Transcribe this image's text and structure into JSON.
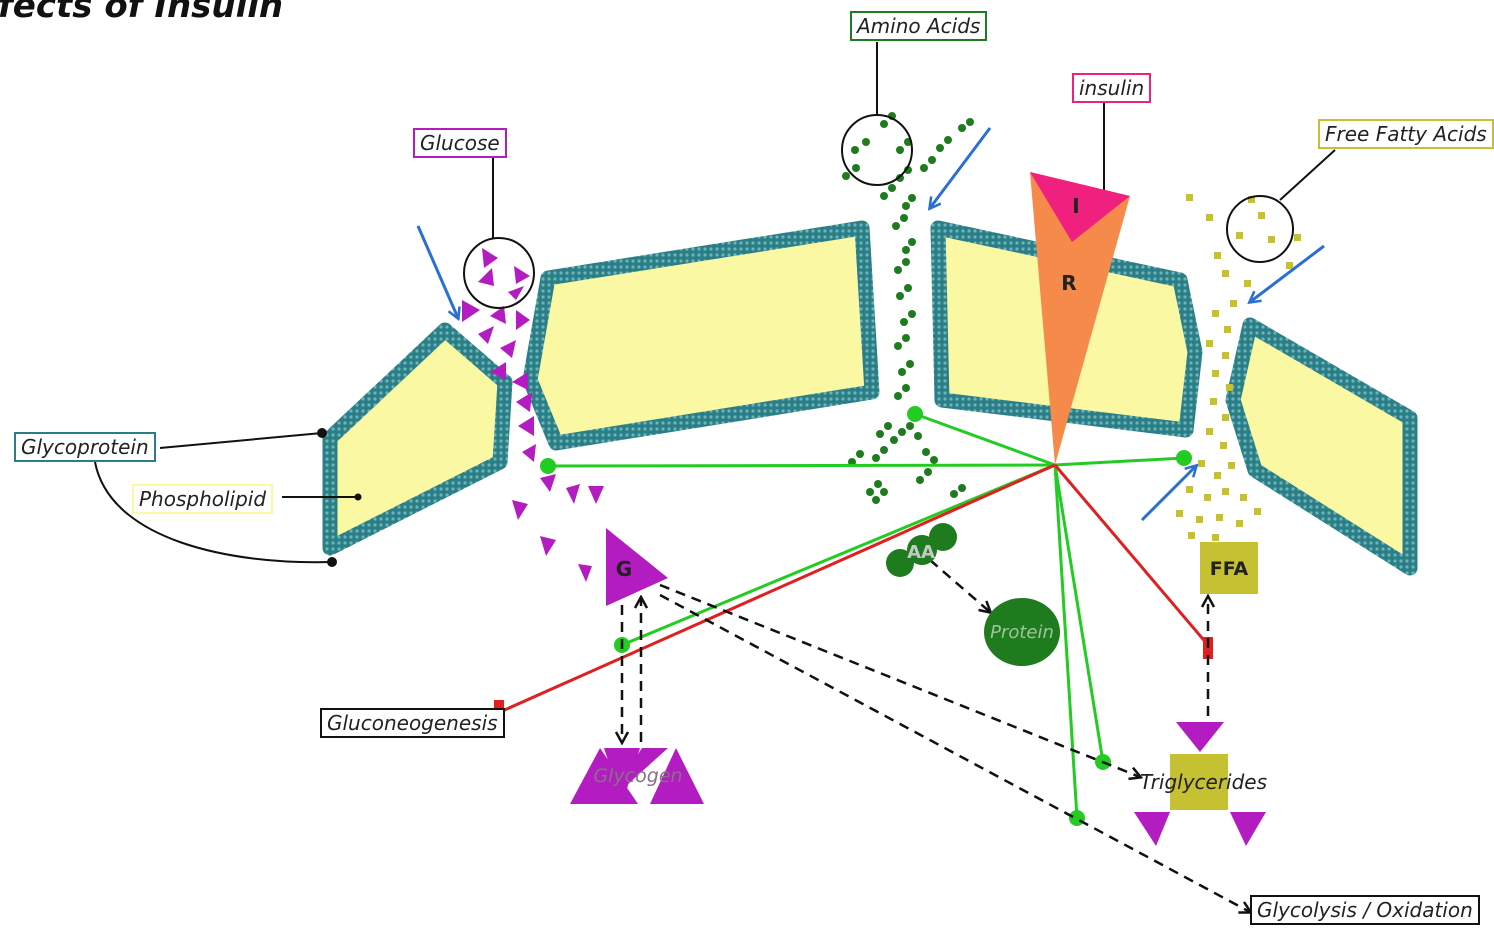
{
  "title": "fects of Insulin",
  "labels": {
    "glycoprotein": "Glycoprotein",
    "phospholipid": "Phospholipid",
    "glucose": "Glucose",
    "amino_acids": "Amino Acids",
    "insulin": "insulin",
    "free_fatty_acids": "Free Fatty Acids",
    "gluconeogenesis": "Gluconeogenesis",
    "triglycerides": "Triglycerides",
    "glycolysis_oxidation": "Glycolysis / Oxidation"
  },
  "molecules": {
    "receptor_insulin": "I",
    "receptor": "R",
    "glucose_symbol": "G",
    "amino_acid_symbol": "AA",
    "protein": "Protein",
    "glycogen": "Glycogen",
    "ffa": "FFA"
  },
  "colors": {
    "membrane": "#2a7f86",
    "lipid_fill": "#fbf8a4",
    "glucose": "#b21cc0",
    "amino_acid": "#1e7b1e",
    "insulin": "#f0207e",
    "receptor": "#f58a4a",
    "fatty_acid": "#c6c033",
    "stimulate": "#22cc22",
    "inhibit": "#e02020",
    "transport_arrow": "#2a6fd6"
  }
}
